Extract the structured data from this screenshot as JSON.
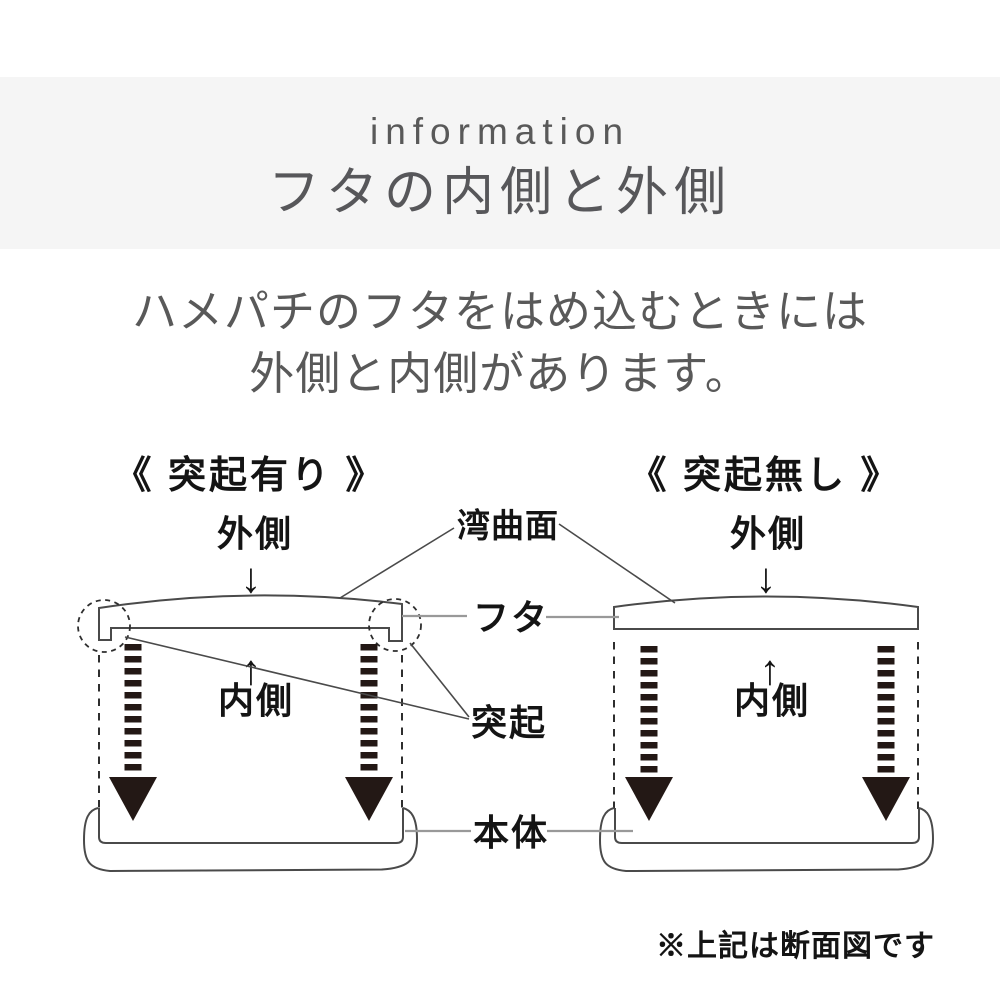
{
  "page": {
    "background_color": "#ffffff"
  },
  "header": {
    "background_color": "#f5f5f5",
    "text_color": "#58585a",
    "eyebrow": "information",
    "title": "フタの内側と外側"
  },
  "intro": {
    "text_color": "#595959",
    "line1": "ハメパチのフタをはめ込むときには",
    "line2": "外側と内側があります。"
  },
  "diagram": {
    "left": {
      "title": "《 突起有り 》",
      "outside_label": "外側",
      "inside_label": "内側"
    },
    "right": {
      "title": "《 突起無し 》",
      "outside_label": "外側",
      "inside_label": "内側"
    },
    "callouts": {
      "curved_surface": "湾曲面",
      "lid": "フタ",
      "protrusion": "突起",
      "body": "本体"
    },
    "note": "※上記は断面図です",
    "icons": {
      "down_arrow": "↓",
      "up_arrow": "↑"
    },
    "colors": {
      "outline": "#4a4a4a",
      "ink": "#141414",
      "press_arrow_fill": "#231815",
      "pointer_line_gray": "#999999"
    }
  }
}
